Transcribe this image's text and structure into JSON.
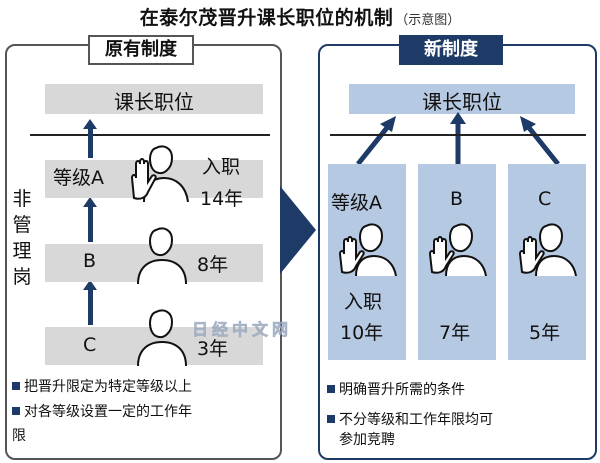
{
  "title": {
    "main": "在泰尔茂晋升课长职位的机制",
    "sub": "（示意图）"
  },
  "old_system": {
    "tab_label": "原有制度",
    "target_label": "课长职位",
    "non_manager_label": [
      "非",
      "管",
      "理",
      "岗"
    ],
    "levels": [
      {
        "name": "等级A",
        "tenure_prefix": "入职",
        "tenure": "14年"
      },
      {
        "name": "B",
        "tenure": "8年"
      },
      {
        "name": "C",
        "tenure": "3年"
      }
    ],
    "notes": [
      {
        "line1": "把晋升限定为特定等级以上",
        "line2": ""
      },
      {
        "line1": "对各等级设置一定的工作年",
        "line2": "限"
      }
    ]
  },
  "new_system": {
    "tab_label": "新制度",
    "target_label": "课长职位",
    "tenure_prefix": "入职",
    "levels": [
      {
        "name": "等级A",
        "tenure": "10年"
      },
      {
        "name": "B",
        "tenure": "7年"
      },
      {
        "name": "C",
        "tenure": "5年"
      }
    ],
    "notes": [
      {
        "line1": "明确晋升所需的条件",
        "line2": ""
      },
      {
        "line1": "不分等级和工作年限均可",
        "line2": "参加竞聘"
      }
    ]
  },
  "watermark": "日经中文网",
  "colors": {
    "navy": "#1d3b66",
    "grey_box": "#d8d8d8",
    "blue_box": "#b6c9e2"
  }
}
